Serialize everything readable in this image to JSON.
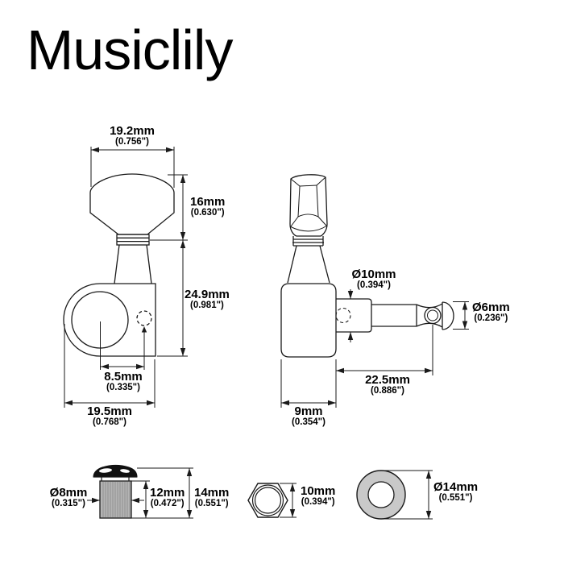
{
  "brand": "Musiclily",
  "colors": {
    "line": "#1a1a1a",
    "thread_gray": "#b4b4b4",
    "washer_gray": "#c9c9c9",
    "bushing_head_black": "#111111"
  },
  "dimensions": {
    "front": {
      "knob_width": {
        "mm": "19.2mm",
        "inch": "(0.756\")"
      },
      "knob_height": {
        "mm": "16mm",
        "inch": "(0.630\")"
      },
      "body_height": {
        "mm": "24.9mm",
        "inch": "(0.981\")"
      },
      "hole_spacing": {
        "mm": "8.5mm",
        "inch": "(0.335\")"
      },
      "body_width": {
        "mm": "19.5mm",
        "inch": "(0.768\")"
      }
    },
    "side": {
      "bushing_dia": {
        "mm": "Ø10mm",
        "inch": "(0.394\")"
      },
      "post_tip_dia": {
        "mm": "Ø6mm",
        "inch": "(0.236\")"
      },
      "post_length": {
        "mm": "22.5mm",
        "inch": "(0.886\")"
      },
      "body_depth": {
        "mm": "9mm",
        "inch": "(0.354\")"
      }
    },
    "bushing": {
      "thread_dia": {
        "mm": "Ø8mm",
        "inch": "(0.315\")"
      },
      "thread_length": {
        "mm": "12mm",
        "inch": "(0.472\")"
      },
      "total_height": {
        "mm": "14mm",
        "inch": "(0.551\")"
      }
    },
    "hex_nut": {
      "size": {
        "mm": "10mm",
        "inch": "(0.394\")"
      }
    },
    "washer": {
      "outer_dia": {
        "mm": "Ø14mm",
        "inch": "(0.551\")"
      }
    }
  }
}
